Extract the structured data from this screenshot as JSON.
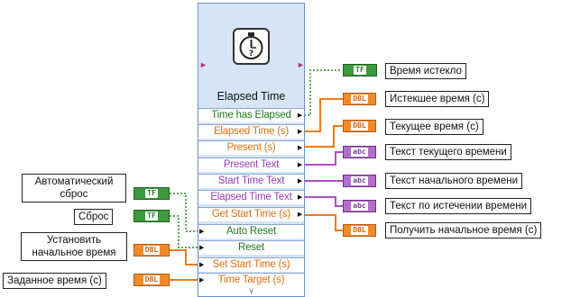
{
  "block": {
    "title": "Elapsed Time",
    "outputs": [
      {
        "label": "Time has Elapsed",
        "color": "#1f7a1f",
        "type": "TF"
      },
      {
        "label": "Elapsed Time (s)",
        "color": "#e07010",
        "type": "DBL"
      },
      {
        "label": "Present (s)",
        "color": "#e07010",
        "type": "DBL"
      },
      {
        "label": "Present Text",
        "color": "#9a3fb8",
        "type": "abc"
      },
      {
        "label": "Start Time Text",
        "color": "#9a3fb8",
        "type": "abc"
      },
      {
        "label": "Elapsed Time Text",
        "color": "#9a3fb8",
        "type": "abc"
      },
      {
        "label": "Get Start Time (s)",
        "color": "#e07010",
        "type": "DBL"
      }
    ],
    "inputs": [
      {
        "label": "Auto Reset",
        "color": "#1f7a1f",
        "type": "TF"
      },
      {
        "label": "Reset",
        "color": "#1f7a1f",
        "type": "TF"
      },
      {
        "label": "Set Start Time (s)",
        "color": "#e07010",
        "type": "DBL"
      },
      {
        "label": "Time Target (s)",
        "color": "#e07010",
        "type": "DBL"
      }
    ],
    "expand_glyph": "∨"
  },
  "indicators": [
    {
      "type_label": "TF",
      "label": "Время истекло"
    },
    {
      "type_label": "DBL",
      "label": "Истекшее время (с)"
    },
    {
      "type_label": "DBL",
      "label": "Текущее время (с)"
    },
    {
      "type_label": "abc",
      "label": "Текст текущего времени"
    },
    {
      "type_label": "abc",
      "label": "Текст начального времени"
    },
    {
      "type_label": "abc",
      "label": "Текст по истечении времени"
    },
    {
      "type_label": "DBL",
      "label": "Получить начальное время (с)"
    }
  ],
  "controls": [
    {
      "type_label": "TF",
      "label": "Автоматический сброс"
    },
    {
      "type_label": "TF",
      "label": "Сброс"
    },
    {
      "type_label": "DBL",
      "label": "Установить начальное время"
    },
    {
      "type_label": "DBL",
      "label": "Заданное время (с)"
    }
  ],
  "colors": {
    "boolean": "#2a8a2a",
    "numeric": "#f07a1a",
    "string": "#b050c0",
    "block_bg": "#d6e4f5"
  },
  "icons": [
    "stopwatch-icon"
  ]
}
